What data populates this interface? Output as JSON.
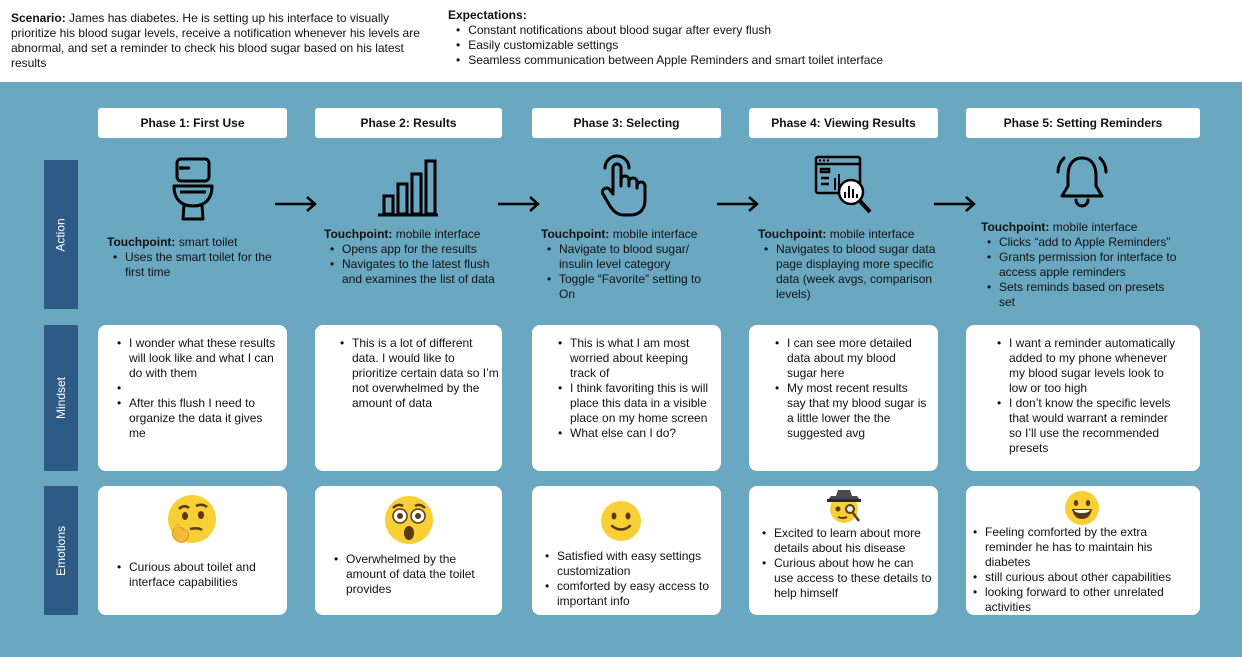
{
  "scenario": {
    "label": "Scenario:",
    "text": " James has diabetes. He is setting up his interface to visually prioritize his blood sugar levels, receive a notification whenever his levels are abnormal, and set a reminder to check his blood sugar based on his latest results"
  },
  "expectations": {
    "label": "Expectations:",
    "items": [
      "Constant notifications about blood sugar after every flush",
      "Easily customizable settings",
      "Seamless communication between Apple Reminders and smart toilet interface"
    ]
  },
  "row_labels": [
    "Action",
    "Mindset",
    "Emotions"
  ],
  "phases": [
    {
      "title": "Phase 1: First Use",
      "icon": "toilet-icon",
      "touchpoint_label": "Touchpoint:",
      "touchpoint_value": " smart toilet",
      "actions": [
        "Uses the smart toilet for the first time"
      ],
      "mindset": [
        "I wonder what these results will look like and what I can do with them",
        "After this flush I need to organize the data it gives me"
      ],
      "emoji": "thinking-face",
      "emotions": [
        "Curious about toilet and interface capabilities"
      ]
    },
    {
      "title": "Phase 2: Results",
      "icon": "bar-chart-icon",
      "touchpoint_label": "Touchpoint:",
      "touchpoint_value": " mobile interface",
      "actions": [
        "Opens app for the results",
        "Navigates to the latest flush and examines the list of data"
      ],
      "mindset": [
        "This is a lot of different data. I would like to prioritize certain data so I’m not overwhelmed by the amount of data"
      ],
      "emoji": "astonished-face",
      "emotions": [
        "Overwhelmed by the amount of data the toilet provides"
      ]
    },
    {
      "title": "Phase 3: Selecting",
      "icon": "tap-finger-icon",
      "touchpoint_label": "Touchpoint:",
      "touchpoint_value": " mobile interface",
      "actions": [
        "Navigate to blood sugar/ insulin level category",
        "Toggle “Favorite” setting to On"
      ],
      "mindset": [
        "This is what I am most worried about keeping track of",
        "I think favoriting this is will place this data in a visible place on my home screen",
        "What else can I do?"
      ],
      "emoji": "slightly-smiling-face",
      "emotions": [
        "Satisfied with easy settings customization",
        "comforted by easy access to important info"
      ]
    },
    {
      "title": "Phase 4: Viewing Results",
      "icon": "data-magnifier-icon",
      "touchpoint_label": "Touchpoint:",
      "touchpoint_value": " mobile interface",
      "actions": [
        "Navigates to blood sugar data page displaying more specific data (week avgs, comparison levels)"
      ],
      "mindset": [
        "I can see more detailed data about my blood sugar here",
        "My most recent results say that my blood sugar is a little lower the the suggested avg"
      ],
      "emoji": "detective-face",
      "emotions": [
        "Excited to learn about more details about his disease",
        "Curious about how he can use access to these details to help himself"
      ]
    },
    {
      "title": "Phase 5: Setting Reminders",
      "icon": "bell-icon",
      "touchpoint_label": "Touchpoint:",
      "touchpoint_value": " mobile interface",
      "actions": [
        "Clicks “add to Apple Reminders”",
        "Grants permission for interface to access apple reminders",
        "Sets reminds based on presets set"
      ],
      "mindset": [
        "I want a reminder automatically added to my phone whenever my blood sugar levels look to low or too high",
        "I don’t know the specific levels that would warrant a reminder so I’ll use the recommended presets"
      ],
      "emoji": "grinning-face",
      "emotions": [
        "Feeling comforted by the extra reminder he has to maintain his diabetes",
        "still curious about other capabilities",
        "looking forward to other unrelated activities"
      ]
    }
  ]
}
